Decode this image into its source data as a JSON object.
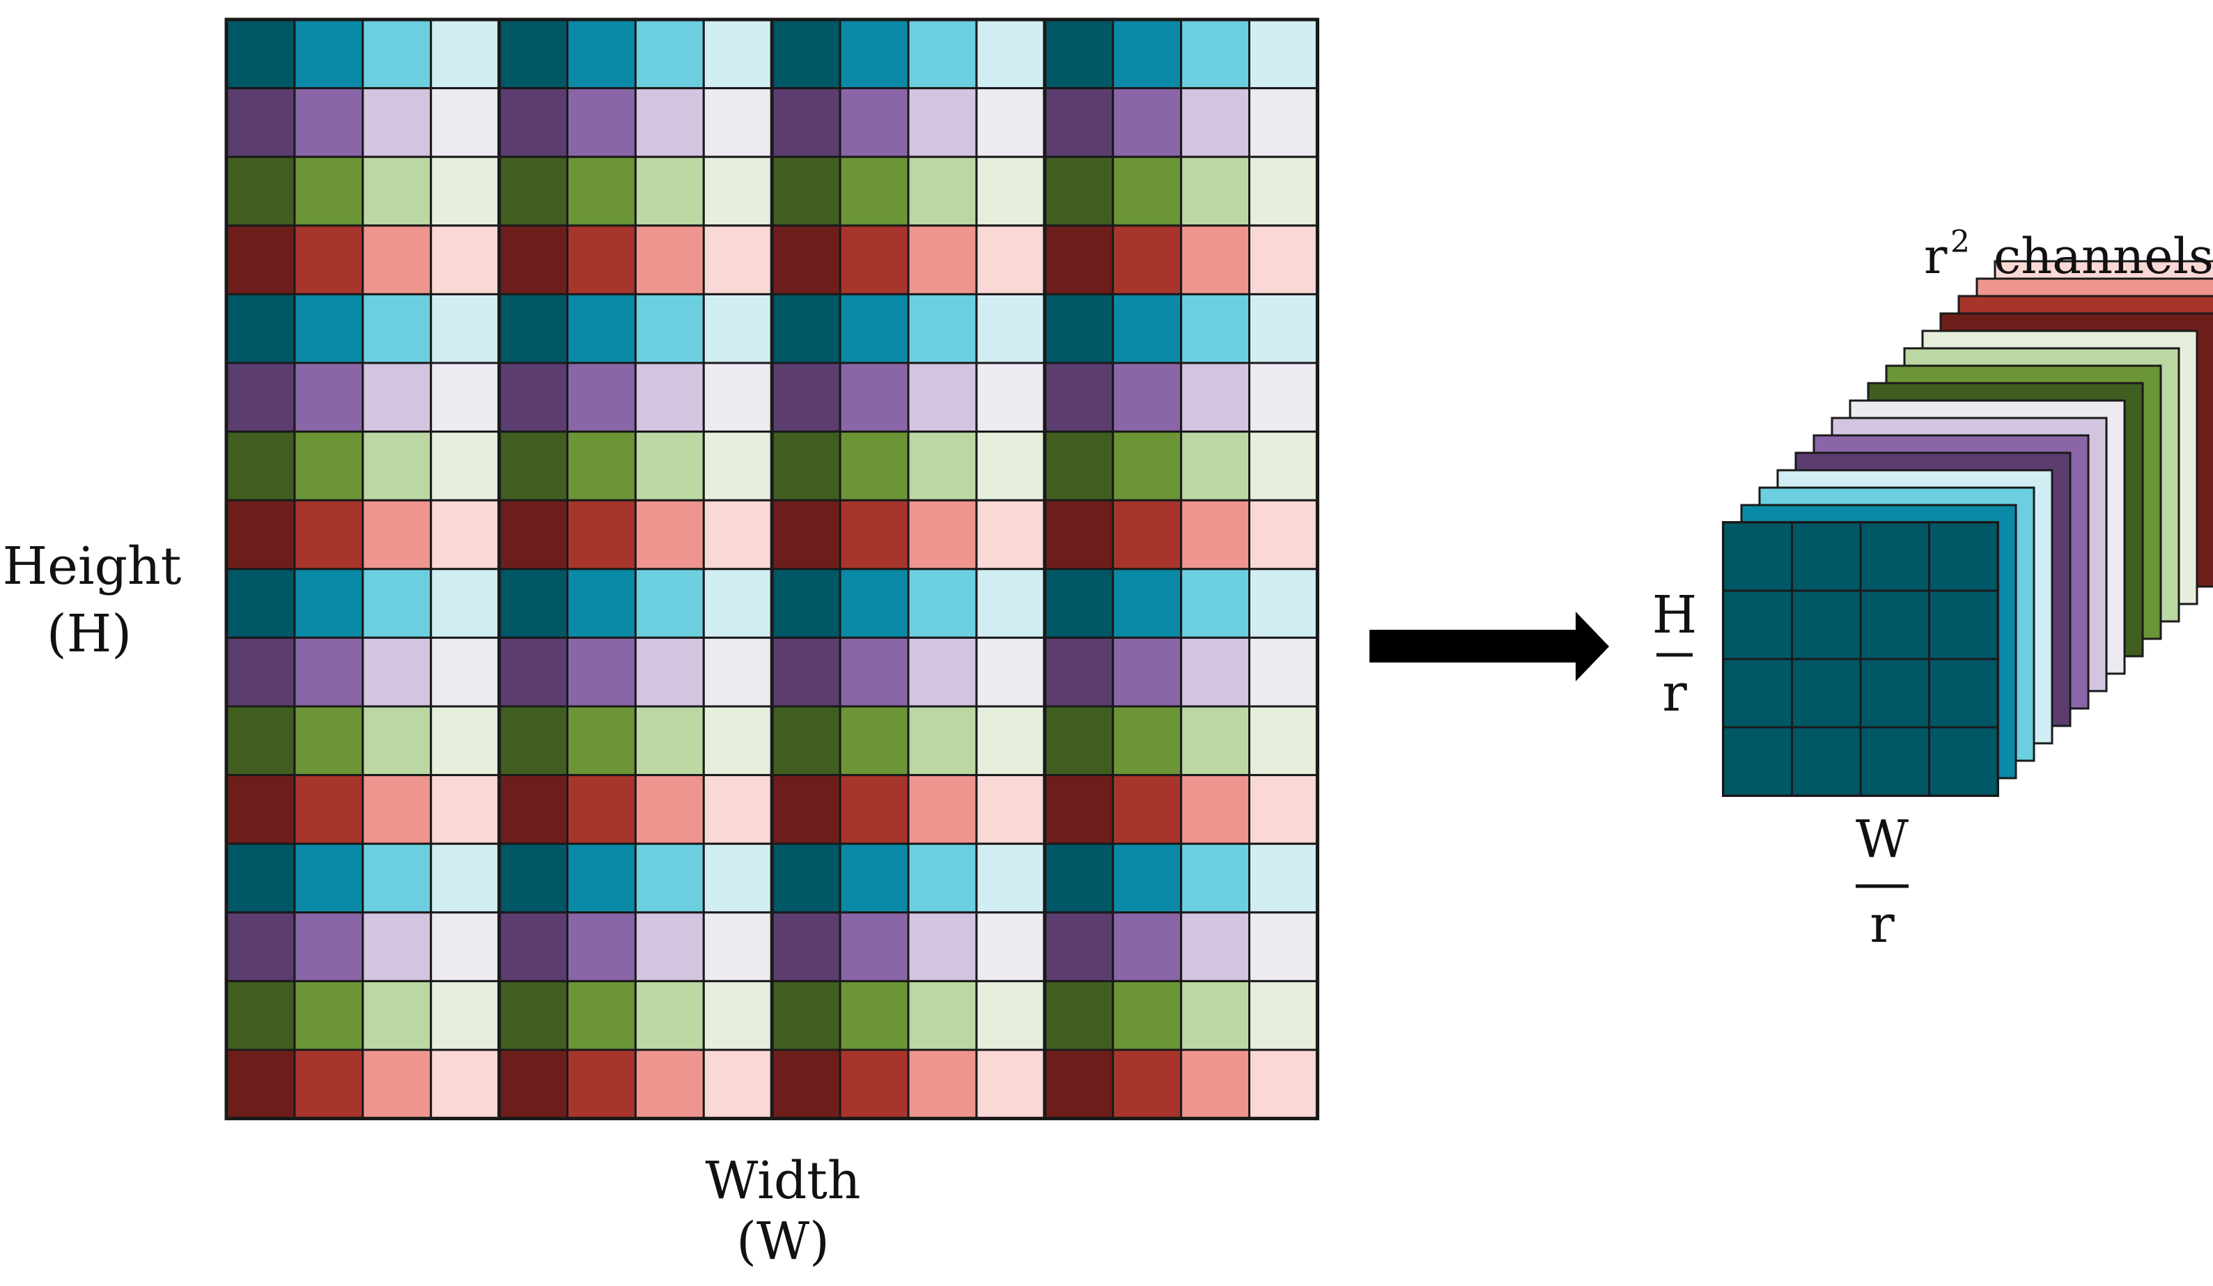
{
  "input": {
    "height_label": "Height",
    "height_symbol": "(H)",
    "width_label": "Width",
    "width_symbol": "(W)"
  },
  "output": {
    "height_num": "H",
    "height_den": "r",
    "width_num": "W",
    "width_den": "r",
    "channels_base": "r",
    "channels_exp": "2",
    "channels_word": "channels"
  },
  "grid": {
    "rows": 16,
    "cols": 16,
    "block_size": 4
  },
  "output_grid": {
    "rows": 4,
    "cols": 4
  },
  "channel_count": 16,
  "colors": {
    "background": "#ffffff",
    "border": "#1a1a1a",
    "arrow": "#000000",
    "palette": [
      [
        "#005766",
        "#0a8aa6",
        "#6ccfe0",
        "#d2eef5"
      ],
      [
        "#5c3d70",
        "#8a66a8",
        "#d3c4e0",
        "#eeeaf2"
      ],
      [
        "#405e1f",
        "#6b9536",
        "#bcd8a2",
        "#e6efdc"
      ],
      [
        "#6e1e1a",
        "#a8352c",
        "#ee958f",
        "#fad8d6"
      ]
    ]
  }
}
